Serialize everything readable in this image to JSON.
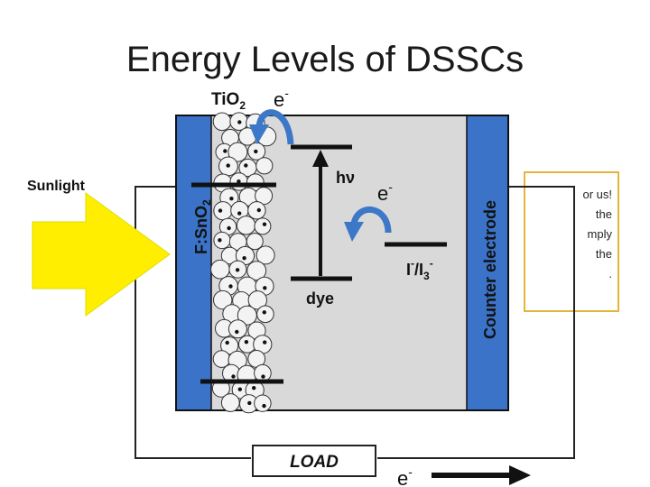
{
  "slide": {
    "title": "Energy Levels of DSSCs"
  },
  "note_fragments": [
    "or us!",
    "the",
    "mply",
    "the",
    "."
  ],
  "diagram": {
    "sunlight": "Sunlight",
    "fto": "F:SnO",
    "fto_sub": "2",
    "tio2": "TiO",
    "tio2_sub": "2",
    "electron": "e",
    "electron_sup": "-",
    "hv": "hν",
    "dye": "dye",
    "redox": "I",
    "redox_sup1": "-",
    "redox_mid": "/I",
    "redox_sub": "3",
    "redox_sup2": "-",
    "counter_electrode": "Counter electrode",
    "load": "LOAD",
    "colors": {
      "electrode": "#3b73c9",
      "electrolyte": "#d9d9d9",
      "arrow_yellow": "#ffee00",
      "curved_arrow": "#3d78c8",
      "note_border": "#e3b53a"
    }
  }
}
